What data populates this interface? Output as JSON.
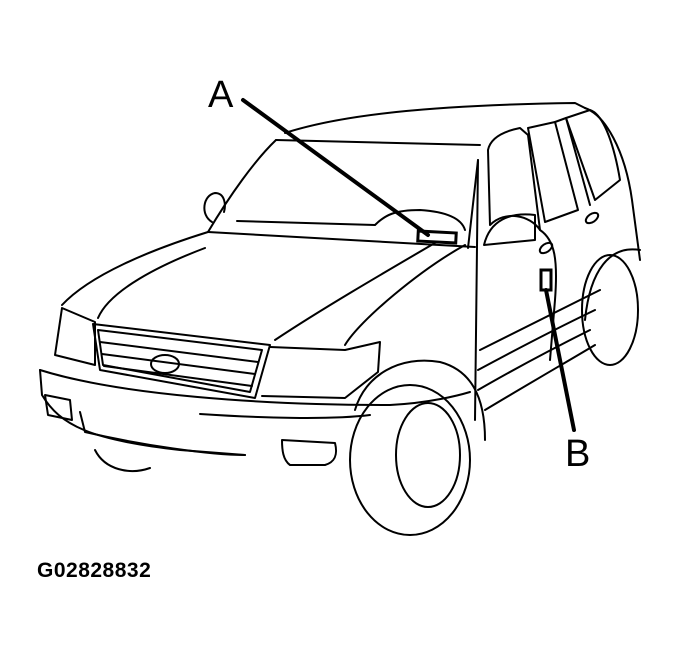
{
  "figure": {
    "id": "G02828832",
    "subject": "vehicle-line-drawing",
    "callouts": [
      {
        "label": "A",
        "target": "windshield-lower-left-label-plate"
      },
      {
        "label": "B",
        "target": "driver-door-pillar-label"
      }
    ]
  },
  "colors": {
    "line": "#000000",
    "background": "#ffffff"
  }
}
